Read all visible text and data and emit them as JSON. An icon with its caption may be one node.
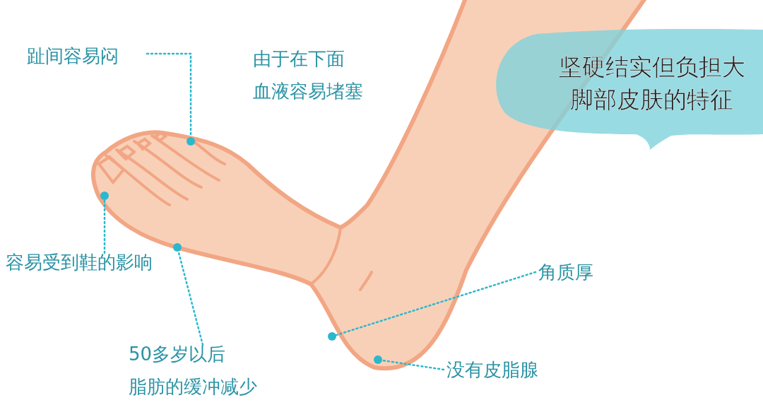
{
  "diagram": {
    "title": "坚硬结实但负担大脚部皮肤的特征",
    "nodes": [
      {
        "text": [
          "趾间容易闷"
        ]
      },
      {
        "text": [],
        "shape": "circle"
      },
      {
        "text": [
          "容易受到鞋的影响"
        ]
      },
      {
        "text": [],
        "shape": "circle"
      },
      {
        "text": [],
        "shape": "circle"
      },
      {
        "text": [
          "50多岁以后脂肪的缓冲减少"
        ]
      },
      {
        "text": [
          "角质厚"
        ]
      },
      {
        "text": [],
        "shape": "circle"
      },
      {
        "text": [
          "没有皮脂腺"
        ]
      },
      {
        "text": [],
        "shape": "circle"
      }
    ],
    "edges": [
      {
        "from": 0,
        "to": 1,
        "arrow": "none",
        "style": "dashed"
      },
      {
        "from": 2,
        "to": 3,
        "arrow": "none",
        "style": "dashed"
      },
      {
        "from": 5,
        "to": 4,
        "arrow": "none",
        "style": "dashed"
      },
      {
        "from": 6,
        "to": 7,
        "arrow": "none",
        "style": "dashed"
      },
      {
        "from": 8,
        "to": 9,
        "arrow": "none",
        "style": "dashed"
      }
    ],
    "labels": [
      "由于在下面血液容易堵塞"
    ]
  }
}
